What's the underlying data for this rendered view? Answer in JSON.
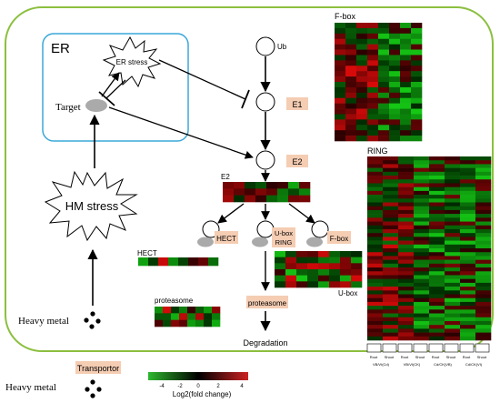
{
  "labels": {
    "er": "ER",
    "er_stress": "ER stress",
    "target": "Target",
    "hm_stress": "HM stress",
    "heavy_metal_upper": "Heavy metal",
    "heavy_metal_lower": "Heavy metal",
    "transportor": "Transportor",
    "ub": "Ub",
    "e1": "E1",
    "e2": "E2",
    "e2_heat_label": "E2",
    "hect": "HECT",
    "ubox_ring": [
      "U-box",
      "RING"
    ],
    "fbox": "F-box",
    "proteasome": "proteasome",
    "degradation": "Degradation",
    "heat_hect": "HECT",
    "heat_proteasome": "proteasome",
    "heat_ubox": "U-box",
    "heat_fbox": "F-box",
    "heat_ring": "RING"
  },
  "heatmap_columns": {
    "tissues": [
      "Root",
      "Shoot",
      "Root",
      "Shoot",
      "Root",
      "Shoot",
      "Root",
      "Shoot"
    ],
    "comparisons": [
      "VB/VI(Cd)",
      "VB/VI(CK)",
      "Cd/CK(VB)",
      "Cd/CK(VI)"
    ]
  },
  "colorbar": {
    "ticks": [
      "-4",
      "-2",
      "0",
      "2",
      "4"
    ],
    "label": "Log2(fold change)",
    "colors": [
      "#2db82d",
      "#000000",
      "#cc2222"
    ]
  },
  "colors": {
    "frame": "#8cbf3f",
    "er_box": "#3aa8d8",
    "label_bg": "#f5cdb3"
  }
}
